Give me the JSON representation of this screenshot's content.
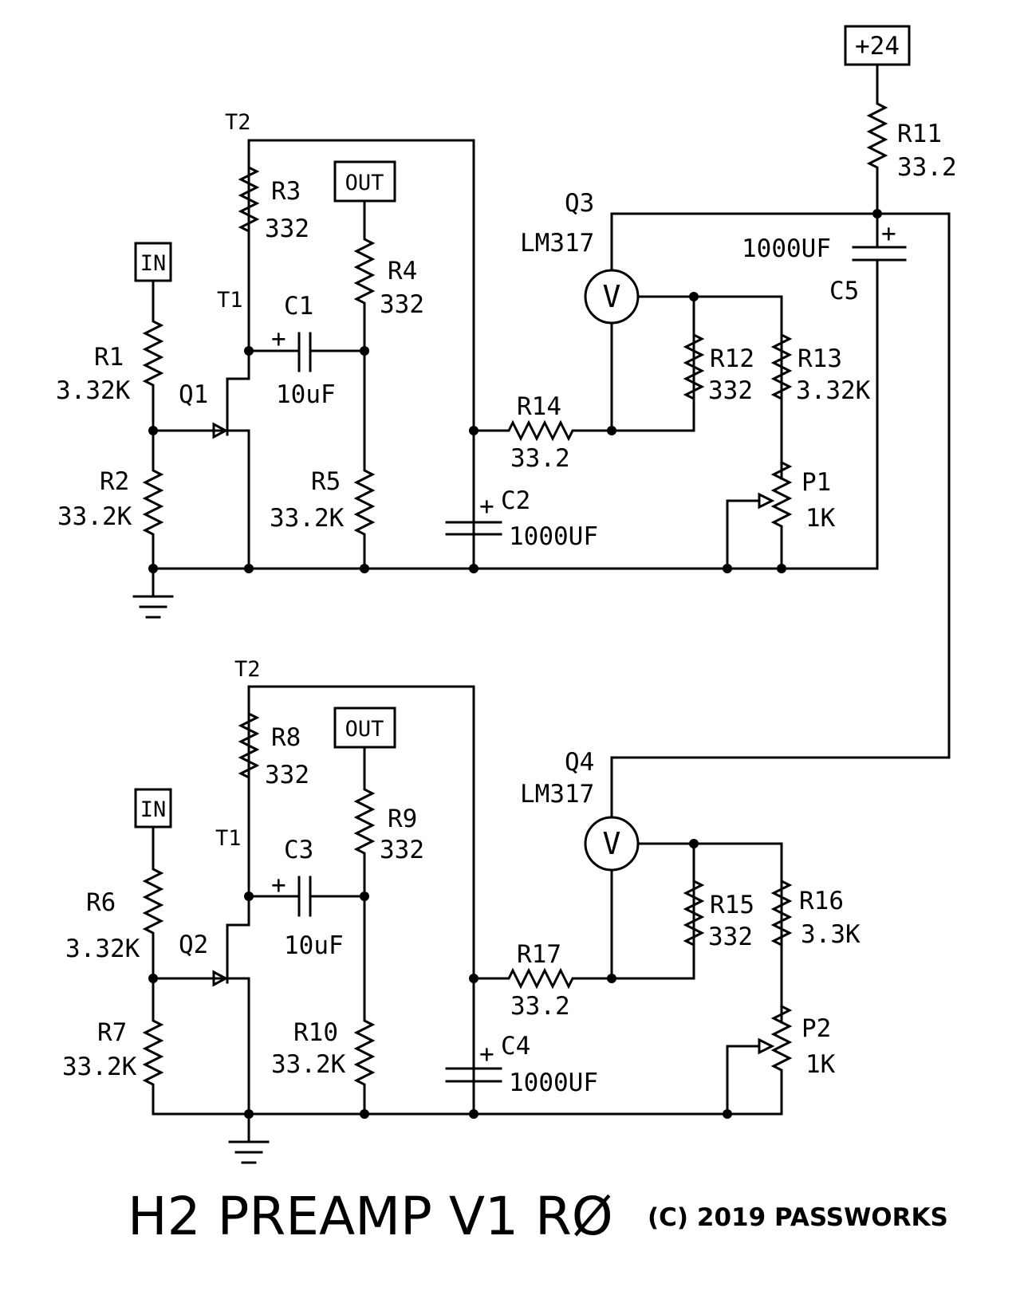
{
  "title": "H2 PREAMP V1 RØ",
  "copyright": "(C) 2019 PASSWORKS",
  "supply": "+24",
  "top": {
    "in": "IN",
    "out": "OUT",
    "t1": "T1",
    "t2": "T2",
    "r1": {
      "ref": "R1",
      "val": "3.32K"
    },
    "r2": {
      "ref": "R2",
      "val": "33.2K"
    },
    "q1": "Q1",
    "r3": {
      "ref": "R3",
      "val": "332"
    },
    "r4": {
      "ref": "R4",
      "val": "332"
    },
    "r5": {
      "ref": "R5",
      "val": "33.2K"
    },
    "c1": {
      "ref": "C1",
      "val": "10uF",
      "plus": "+"
    },
    "c2": {
      "ref": "C2",
      "val": "1000UF",
      "plus": "+"
    },
    "r14": {
      "ref": "R14",
      "val": "33.2"
    },
    "q3": {
      "ref": "Q3",
      "part": "LM317",
      "sym": "V"
    },
    "r12": {
      "ref": "R12",
      "val": "332"
    },
    "r13": {
      "ref": "R13",
      "val": "3.32K"
    },
    "p1": {
      "ref": "P1",
      "val": "1K"
    }
  },
  "bottom": {
    "in": "IN",
    "out": "OUT",
    "t1": "T1",
    "t2": "T2",
    "r6": {
      "ref": "R6",
      "val": "3.32K"
    },
    "r7": {
      "ref": "R7",
      "val": "33.2K"
    },
    "q2": "Q2",
    "r8": {
      "ref": "R8",
      "val": "332"
    },
    "r9": {
      "ref": "R9",
      "val": "332"
    },
    "r10": {
      "ref": "R10",
      "val": "33.2K"
    },
    "c3": {
      "ref": "C3",
      "val": "10uF",
      "plus": "+"
    },
    "c4": {
      "ref": "C4",
      "val": "1000UF",
      "plus": "+"
    },
    "r17": {
      "ref": "R17",
      "val": "33.2"
    },
    "q4": {
      "ref": "Q4",
      "part": "LM317",
      "sym": "V"
    },
    "r15": {
      "ref": "R15",
      "val": "332"
    },
    "r16": {
      "ref": "R16",
      "val": "3.3K"
    },
    "p2": {
      "ref": "P2",
      "val": "1K"
    }
  },
  "r11": {
    "ref": "R11",
    "val": "33.2"
  },
  "c5": {
    "ref": "C5",
    "val": "1000UF",
    "plus": "+"
  }
}
